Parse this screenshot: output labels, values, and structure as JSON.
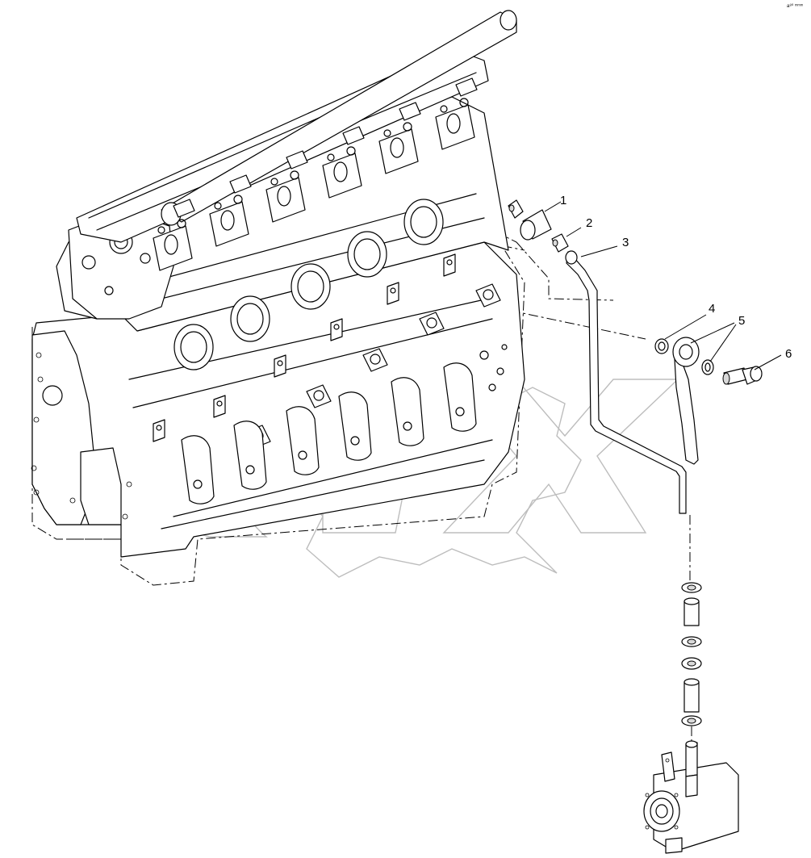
{
  "diagram": {
    "corner_code": "a⁸⁰ ᵐᵐᵐ",
    "callouts": [
      {
        "label": "1"
      },
      {
        "label": "2"
      },
      {
        "label": "3"
      },
      {
        "label": "4"
      },
      {
        "label": "5"
      },
      {
        "label": "6"
      }
    ]
  }
}
